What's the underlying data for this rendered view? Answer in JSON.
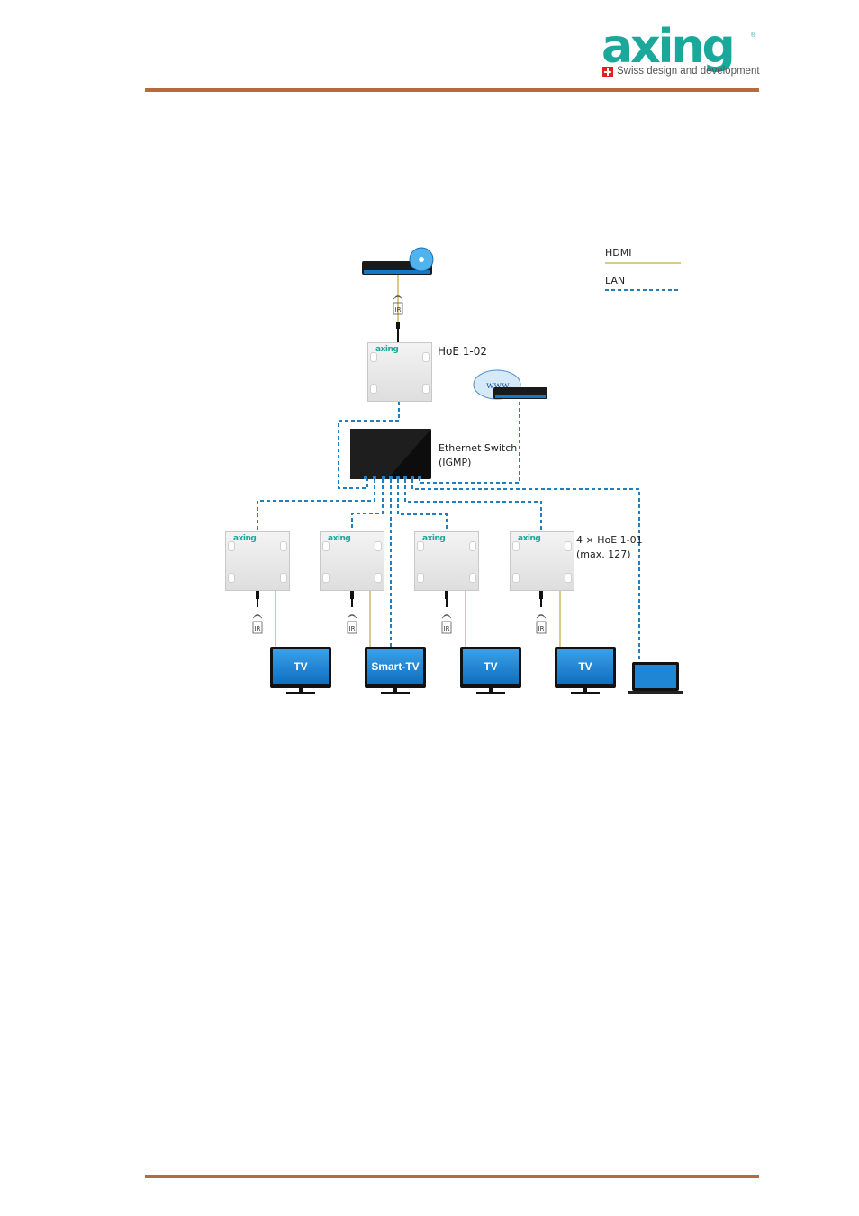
{
  "header": {
    "brand": "axing",
    "tagline": "Swiss design and development"
  },
  "legend": {
    "hdmi_label": "HDMI",
    "lan_label": "LAN",
    "hdmi_color": "#d9c98a",
    "lan_color": "#1f7fc0"
  },
  "nodes": {
    "transmitter_label": "HoE 1-02",
    "switch_label_line1": "Ethernet Switch",
    "switch_label_line2": "(IGMP)",
    "receivers_label_line1": "4 × HoE 1-01",
    "receivers_label_line2": "(max. 127)",
    "web_label": "www",
    "ir_label": "IR",
    "device_brand": "axing",
    "tvs": [
      "TV",
      "Smart-TV",
      "TV",
      "TV"
    ]
  },
  "colors": {
    "rule": "#b86a3a",
    "brand": "#1aa89a",
    "tv_screen": "#1b82d2"
  }
}
